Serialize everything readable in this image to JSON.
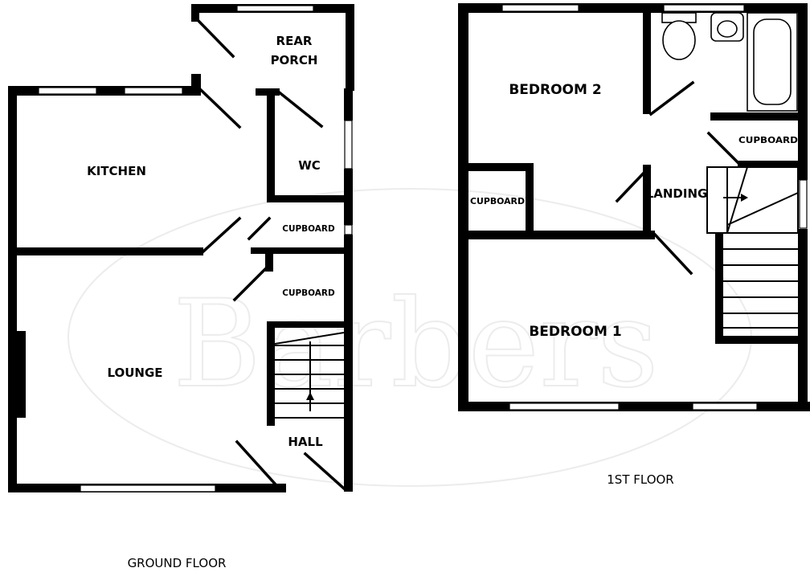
{
  "ground_floor": {
    "label": "GROUND FLOOR",
    "rooms": {
      "rear_porch_line1": "REAR",
      "rear_porch_line2": "PORCH",
      "kitchen": "KITCHEN",
      "wc": "WC",
      "cupboard_upper": "CUPBOARD",
      "cupboard_lower": "CUPBOARD",
      "lounge": "LOUNGE",
      "hall": "HALL"
    }
  },
  "first_floor": {
    "label": "1ST FLOOR",
    "rooms": {
      "bedroom_2": "BEDROOM 2",
      "cupboard_left": "CUPBOARD",
      "cupboard_right": "CUPBOARD",
      "landing": "LANDING",
      "bedroom_1": "BEDROOM 1"
    }
  },
  "watermark": {
    "text": "Barbers"
  },
  "colors": {
    "wall": "#000000",
    "background": "#ffffff",
    "watermark": "#ececec"
  }
}
